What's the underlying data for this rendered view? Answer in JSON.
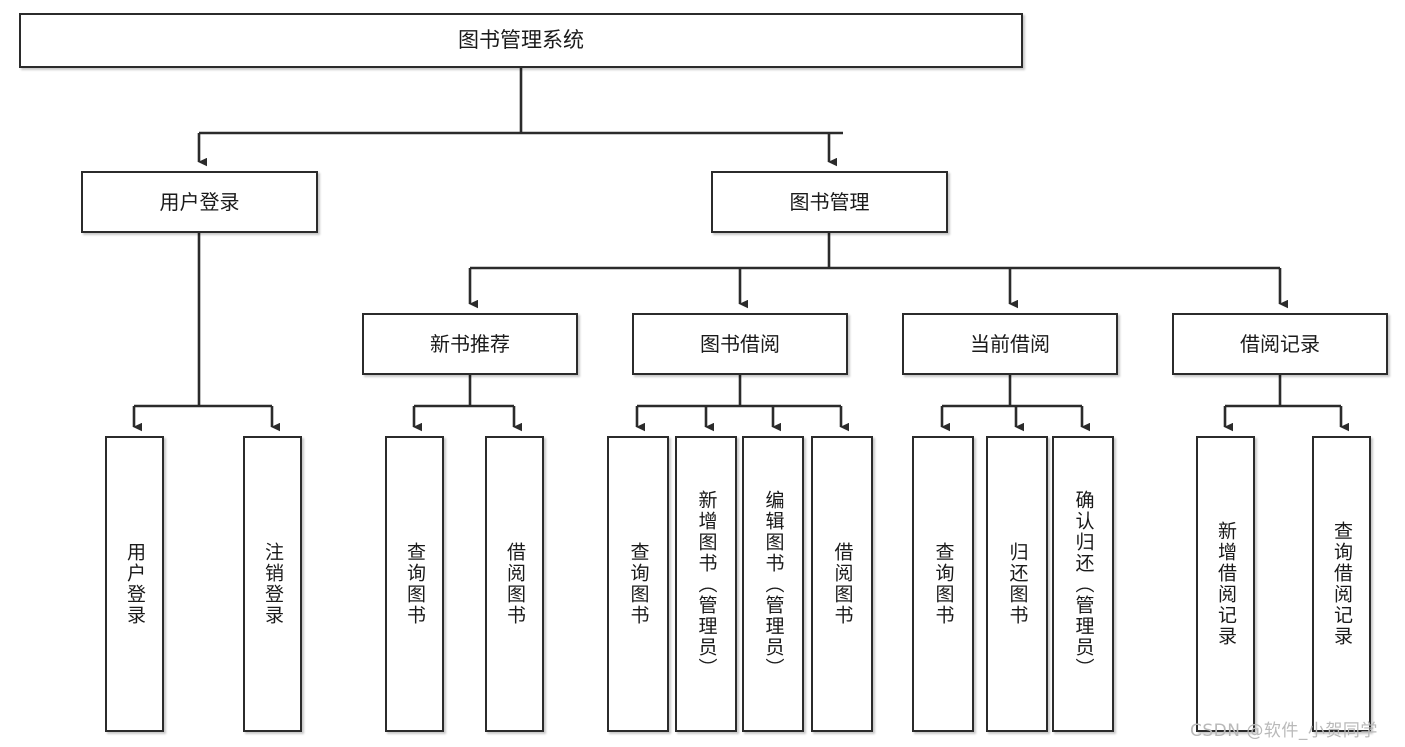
{
  "diagram": {
    "title": "图书管理系统",
    "type": "tree",
    "watermark": "CSDN @软件_小贺同学",
    "levels": {
      "root": {
        "label": "图书管理系统"
      },
      "level_1": [
        {
          "key": "user-login",
          "label": "用户登录"
        },
        {
          "key": "book-manage",
          "label": "图书管理"
        }
      ],
      "level_2": [
        {
          "key": "new-book-rec",
          "label": "新书推荐",
          "parent": "book-manage"
        },
        {
          "key": "book-borrow",
          "label": "图书借阅",
          "parent": "book-manage"
        },
        {
          "key": "current-loan",
          "label": "当前借阅",
          "parent": "book-manage"
        },
        {
          "key": "loan-record",
          "label": "借阅记录",
          "parent": "book-manage"
        }
      ],
      "leaves": [
        {
          "key": "leaf-user-login",
          "label": "用户登录",
          "parent": "user-login"
        },
        {
          "key": "leaf-logout",
          "label": "注销登录",
          "parent": "user-login"
        },
        {
          "key": "leaf-query-book-1",
          "label": "查询图书",
          "parent": "new-book-rec"
        },
        {
          "key": "leaf-borrow-book-1",
          "label": "借阅图书",
          "parent": "new-book-rec"
        },
        {
          "key": "leaf-query-book-2",
          "label": "查询图书",
          "parent": "book-borrow"
        },
        {
          "key": "leaf-add-book",
          "label": "新增图书（管理员）",
          "parent": "book-borrow"
        },
        {
          "key": "leaf-edit-book",
          "label": "编辑图书（管理员）",
          "parent": "book-borrow"
        },
        {
          "key": "leaf-borrow-book-2",
          "label": "借阅图书",
          "parent": "book-borrow"
        },
        {
          "key": "leaf-query-book-3",
          "label": "查询图书",
          "parent": "current-loan"
        },
        {
          "key": "leaf-return-book",
          "label": "归还图书",
          "parent": "current-loan"
        },
        {
          "key": "leaf-confirm-return",
          "label": "确认归还（管理员）",
          "parent": "current-loan"
        },
        {
          "key": "leaf-add-record",
          "label": "新增借阅记录",
          "parent": "loan-record"
        },
        {
          "key": "leaf-query-record",
          "label": "查询借阅记录",
          "parent": "loan-record"
        }
      ]
    },
    "colors": {
      "border": "#2b2b2b",
      "background": "#ffffff",
      "text": "#1a1a1a",
      "edge": "#2b2b2b",
      "watermark": "#b9b9b9"
    }
  }
}
